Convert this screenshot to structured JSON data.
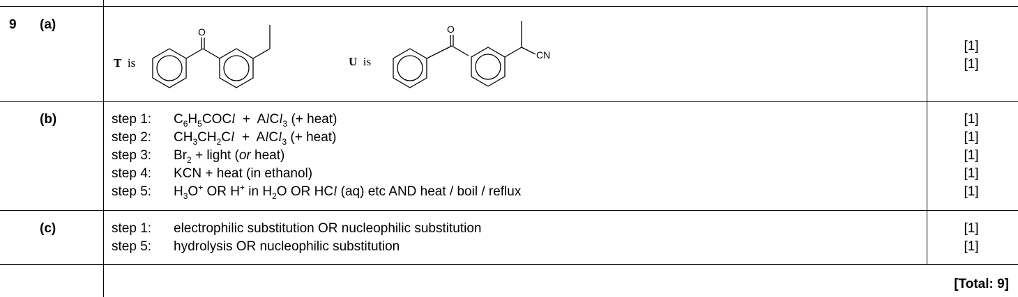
{
  "question": {
    "number": "9"
  },
  "part_a": {
    "label": "(a)",
    "t_label": "T",
    "is_word": "is",
    "u_label": "U",
    "u_atom_o_left": "O",
    "u_atom_cn": "CN",
    "t_atom_o": "O",
    "marks": [
      "[1]",
      "[1]"
    ]
  },
  "part_b": {
    "label": "(b)",
    "step_labels": [
      "step 1:",
      "step 2:",
      "step 3:",
      "step 4:",
      "step 5:"
    ],
    "marks": [
      "[1]",
      "[1]",
      "[1]",
      "[1]",
      "[1]"
    ]
  },
  "part_c": {
    "label": "(c)",
    "steps": [
      {
        "label": "step 1:",
        "text": "electrophilic substitution OR nucleophilic substitution"
      },
      {
        "label": "step 5:",
        "text": "hydrolysis OR nucleophilic substitution"
      }
    ],
    "marks": [
      "[1]",
      "[1]"
    ]
  },
  "total": "[Total: 9]"
}
